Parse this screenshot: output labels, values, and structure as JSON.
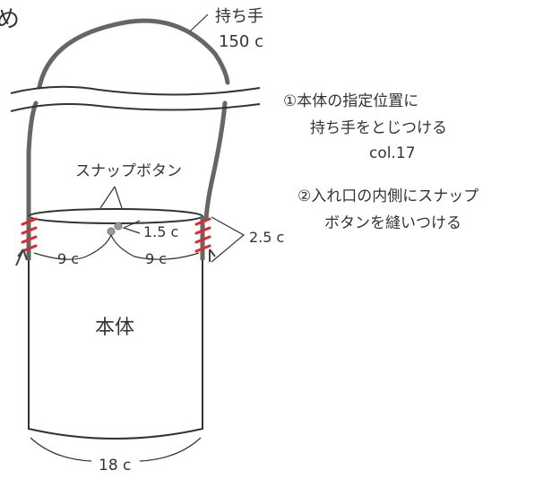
{
  "top_left_fragment": "め",
  "handle": {
    "label": "持ち手",
    "length": "150 c"
  },
  "snap_button_label": "スナップボタン",
  "body_label": "本体",
  "dimensions": {
    "snap_offset": "1.5 c",
    "left_spacing": "9 c",
    "right_spacing": "9 c",
    "handle_attach_width": "2.5 c",
    "bottom_width": "18 c"
  },
  "instructions": [
    {
      "lines": [
        "①本体の指定位置に",
        "持ち手をとじつける",
        "col.17"
      ]
    },
    {
      "lines": [
        "②入れ口の内側にスナップ",
        "ボタンを縫いつける"
      ]
    }
  ],
  "colors": {
    "line": "#333333",
    "handle": "#666666",
    "stitch": "#e0282e",
    "snap": "#999999"
  }
}
